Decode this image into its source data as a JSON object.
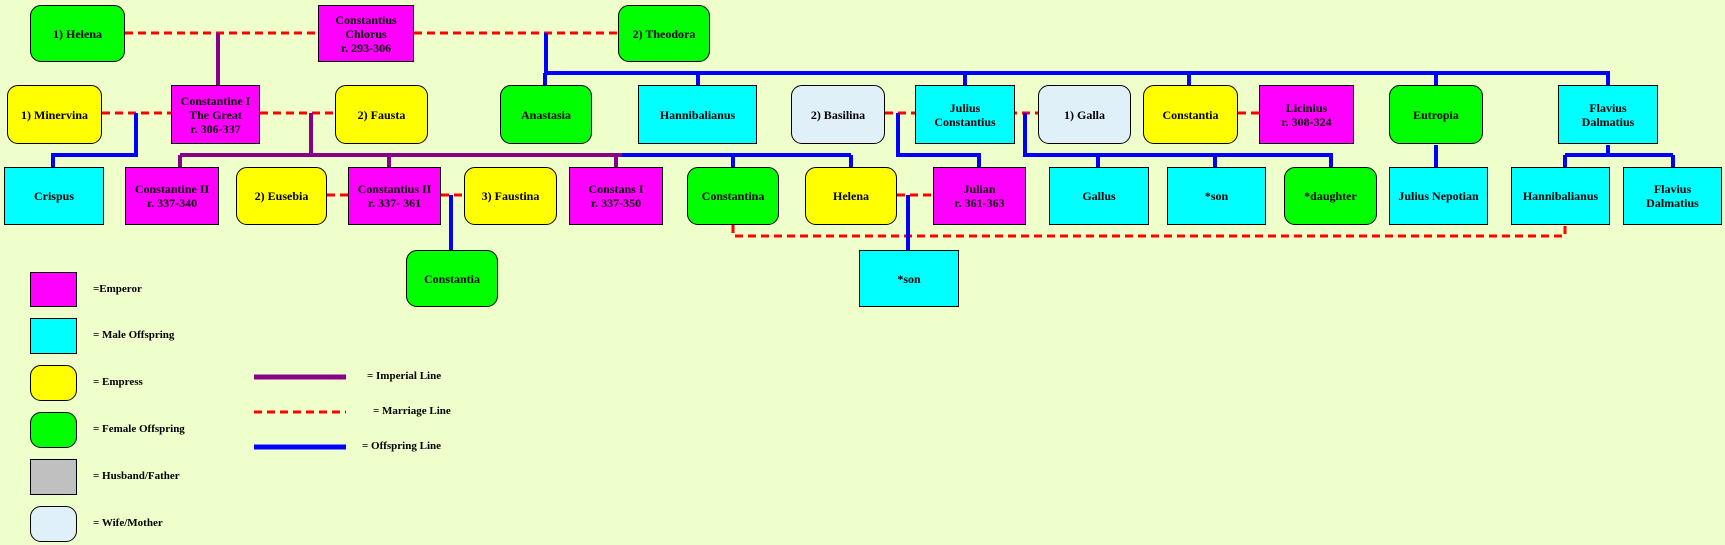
{
  "nodes": {
    "helena_elder": "1) Helena",
    "constantius_chlorus": "Constantius\nChlorus\nr. 293-306",
    "theodora": "2) Theodora",
    "minervina": "1) Minervina",
    "constantine_i": "Constantine I\nThe Great\nr. 306-337",
    "fausta": "2) Fausta",
    "anastasia": "Anastasia",
    "hannibalianus_1": "Hannibalianus",
    "basilina": "2) Basilina",
    "julius_constantius": "Julius\nConstantius",
    "galla": "1) Galla",
    "constantia_1": "Constantia",
    "licinius": "Licinius\nr. 308-324",
    "eutropia": "Eutropia",
    "flavius_dalmatius_1": "Flavius\nDalmatius",
    "crispus": "Crispus",
    "constantine_ii": "Constantine II\nr. 337-340",
    "eusebia": "2) Eusebia",
    "constantius_ii": "Constantius II\nr. 337- 361",
    "faustina": "3) Faustina",
    "constans_i": "Constans I\nr. 337-350",
    "constantina": "Constantina",
    "helena_younger": "Helena",
    "julian": "Julian\nr. 361-363",
    "gallus": "Gallus",
    "son_1": "*son",
    "daughter": "*daughter",
    "julius_nepotian": "Julius Nepotian",
    "hannibalianus_2": "Hannibalianus",
    "flavius_dalmatius_2": "Flavius\nDalmatius",
    "constantia_2": "Constantia",
    "son_2": "*son"
  },
  "legend": {
    "emperor": "=Emperor",
    "male_offspring": "= Male Offspring",
    "empress": "= Empress",
    "female_offspring": "= Female Offspring",
    "husband_father": "= Husband/Father",
    "wife_mother": "= Wife/Mother",
    "imperial_line": "= Imperial Line",
    "marriage_line": "= Marriage Line",
    "offspring_line": "= Offspring Line"
  },
  "colors": {
    "background": "#eeffcc",
    "emperor": "#ff00ff",
    "male_offspring": "#00ffff",
    "empress": "#ffff00",
    "female_offspring": "#00ff00",
    "husband_father": "#c0c0c0",
    "wife_mother": "#e0f0f8",
    "imperial_line": "#880088",
    "marriage_line": "#ff0000",
    "offspring_line": "#0000ff"
  }
}
